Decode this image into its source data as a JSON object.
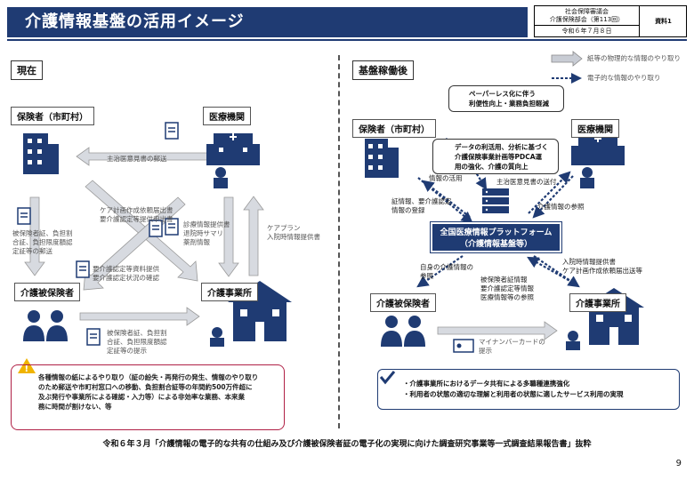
{
  "header": {
    "title": "介護情報基盤の活用イメージ",
    "meta_line1": "社会保障審議会",
    "meta_line2": "介護保険部会（第113回）",
    "meta_date": "令和６年７月８日",
    "meta_doc": "資料1"
  },
  "legend": {
    "physical": "紙等の物理的な情報のやり取り",
    "electronic": "電子的な情報のやり取り"
  },
  "left": {
    "section": "現在",
    "insurer": "保険者（市町村）",
    "medical": "医療機関",
    "insured": "介護被保険者",
    "office": "介護事業所",
    "flow_medical_to_insurer": "主治医意見書の郵送",
    "flow_careplan": [
      "ケア計画作成依頼届出書",
      "要介護認定等提供申出書"
    ],
    "flow_diagnosis": [
      "診療情報提供書",
      "退院時サマリ",
      "薬剤情報"
    ],
    "flow_care_plan_right": [
      "ケアプラン",
      "入院時情報提供書"
    ],
    "flow_insurer_to_insured": [
      "被保険者証、負担割",
      "合証、負担限度額認",
      "定証等の郵送"
    ],
    "flow_office_to_insurer": [
      "要介護認定等資料提供",
      "要介護認定状況の確認"
    ],
    "flow_insured_to_office": [
      "被保険者証、負担割",
      "合証、負担限度額認",
      "定証等の提示"
    ],
    "issue_lines": [
      "各種情報の紙によるやり取り（証の紛失・再発行の発生、情報のやり取り",
      "のため郵送や市町村窓口への移動、負担割合証等の年間約500万件超に",
      "及ぶ発行や事業所による確認・入力等）による非効率な業務、本来業",
      "務に時間が割けない、等"
    ]
  },
  "right": {
    "section": "基盤稼働後",
    "paperless": [
      "ペーパーレス化に伴う",
      "利便性向上・業務負担軽減"
    ],
    "data_use": [
      "データの利活用、分析に基づく",
      "介護保険事業計画等PDCA運",
      "用の強化、介護の質向上"
    ],
    "insurer": "保険者（市町村）",
    "medical": "医療機関",
    "platform": [
      "全国医療情報プラットフォーム",
      "（介護情報基盤等）"
    ],
    "insured": "介護被保険者",
    "office": "介護事業所",
    "flow_info_use": "情報の活用",
    "flow_shujii": "主治医意見書の送付",
    "flow_insurer_reg": [
      "証情報、要介護認定",
      "情報の登録"
    ],
    "flow_med_ref": "介護情報の参照",
    "flow_self_ref": [
      "自身の介護情報の",
      "参照"
    ],
    "flow_office_ref": [
      "被保険者証情報",
      "要介護認定等情報",
      "医療情報等の参照"
    ],
    "flow_admission": [
      "入院時情報提供書",
      "ケア計画作成依頼届出送等"
    ],
    "flow_mynumber": [
      "マイナンバーカードの",
      "提示"
    ],
    "benefits": [
      "介護事業所におけるデータ共有による多職種連携強化",
      "利用者の状態の適切な理解と利用者の状態に適したサービス利用の実現"
    ]
  },
  "footer": "令和６年３月「介護情報の電子的な共有の仕組み及び介護被保険者証の電子化の実現に向けた調査研究事業等一式調査結果報告書」抜粋",
  "page_number": "9",
  "colors": {
    "navy": "#1f3b73",
    "gray_arrow": "#c8ccd4",
    "red": "#b02045"
  }
}
